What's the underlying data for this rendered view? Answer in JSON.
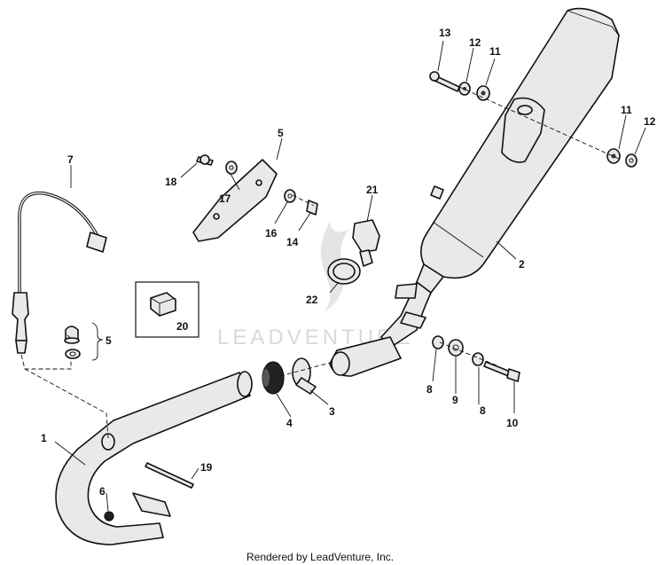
{
  "callouts": {
    "c1": "1",
    "c2": "2",
    "c3": "3",
    "c4": "4",
    "c5a": "5",
    "c5b": "5",
    "c6": "6",
    "c7": "7",
    "c8a": "8",
    "c8b": "8",
    "c9": "9",
    "c10": "10",
    "c11a": "11",
    "c11b": "11",
    "c12a": "12",
    "c12b": "12",
    "c13": "13",
    "c14": "14",
    "c16": "16",
    "c17": "17",
    "c18": "18",
    "c19": "19",
    "c20": "20",
    "c21": "21",
    "c22": "22"
  },
  "watermark": "LEADVENTURE",
  "footer": "Rendered by LeadVenture, Inc.",
  "colors": {
    "line": "#111111",
    "fill": "#e9e9e9",
    "watermark": "#d9d9d9"
  }
}
